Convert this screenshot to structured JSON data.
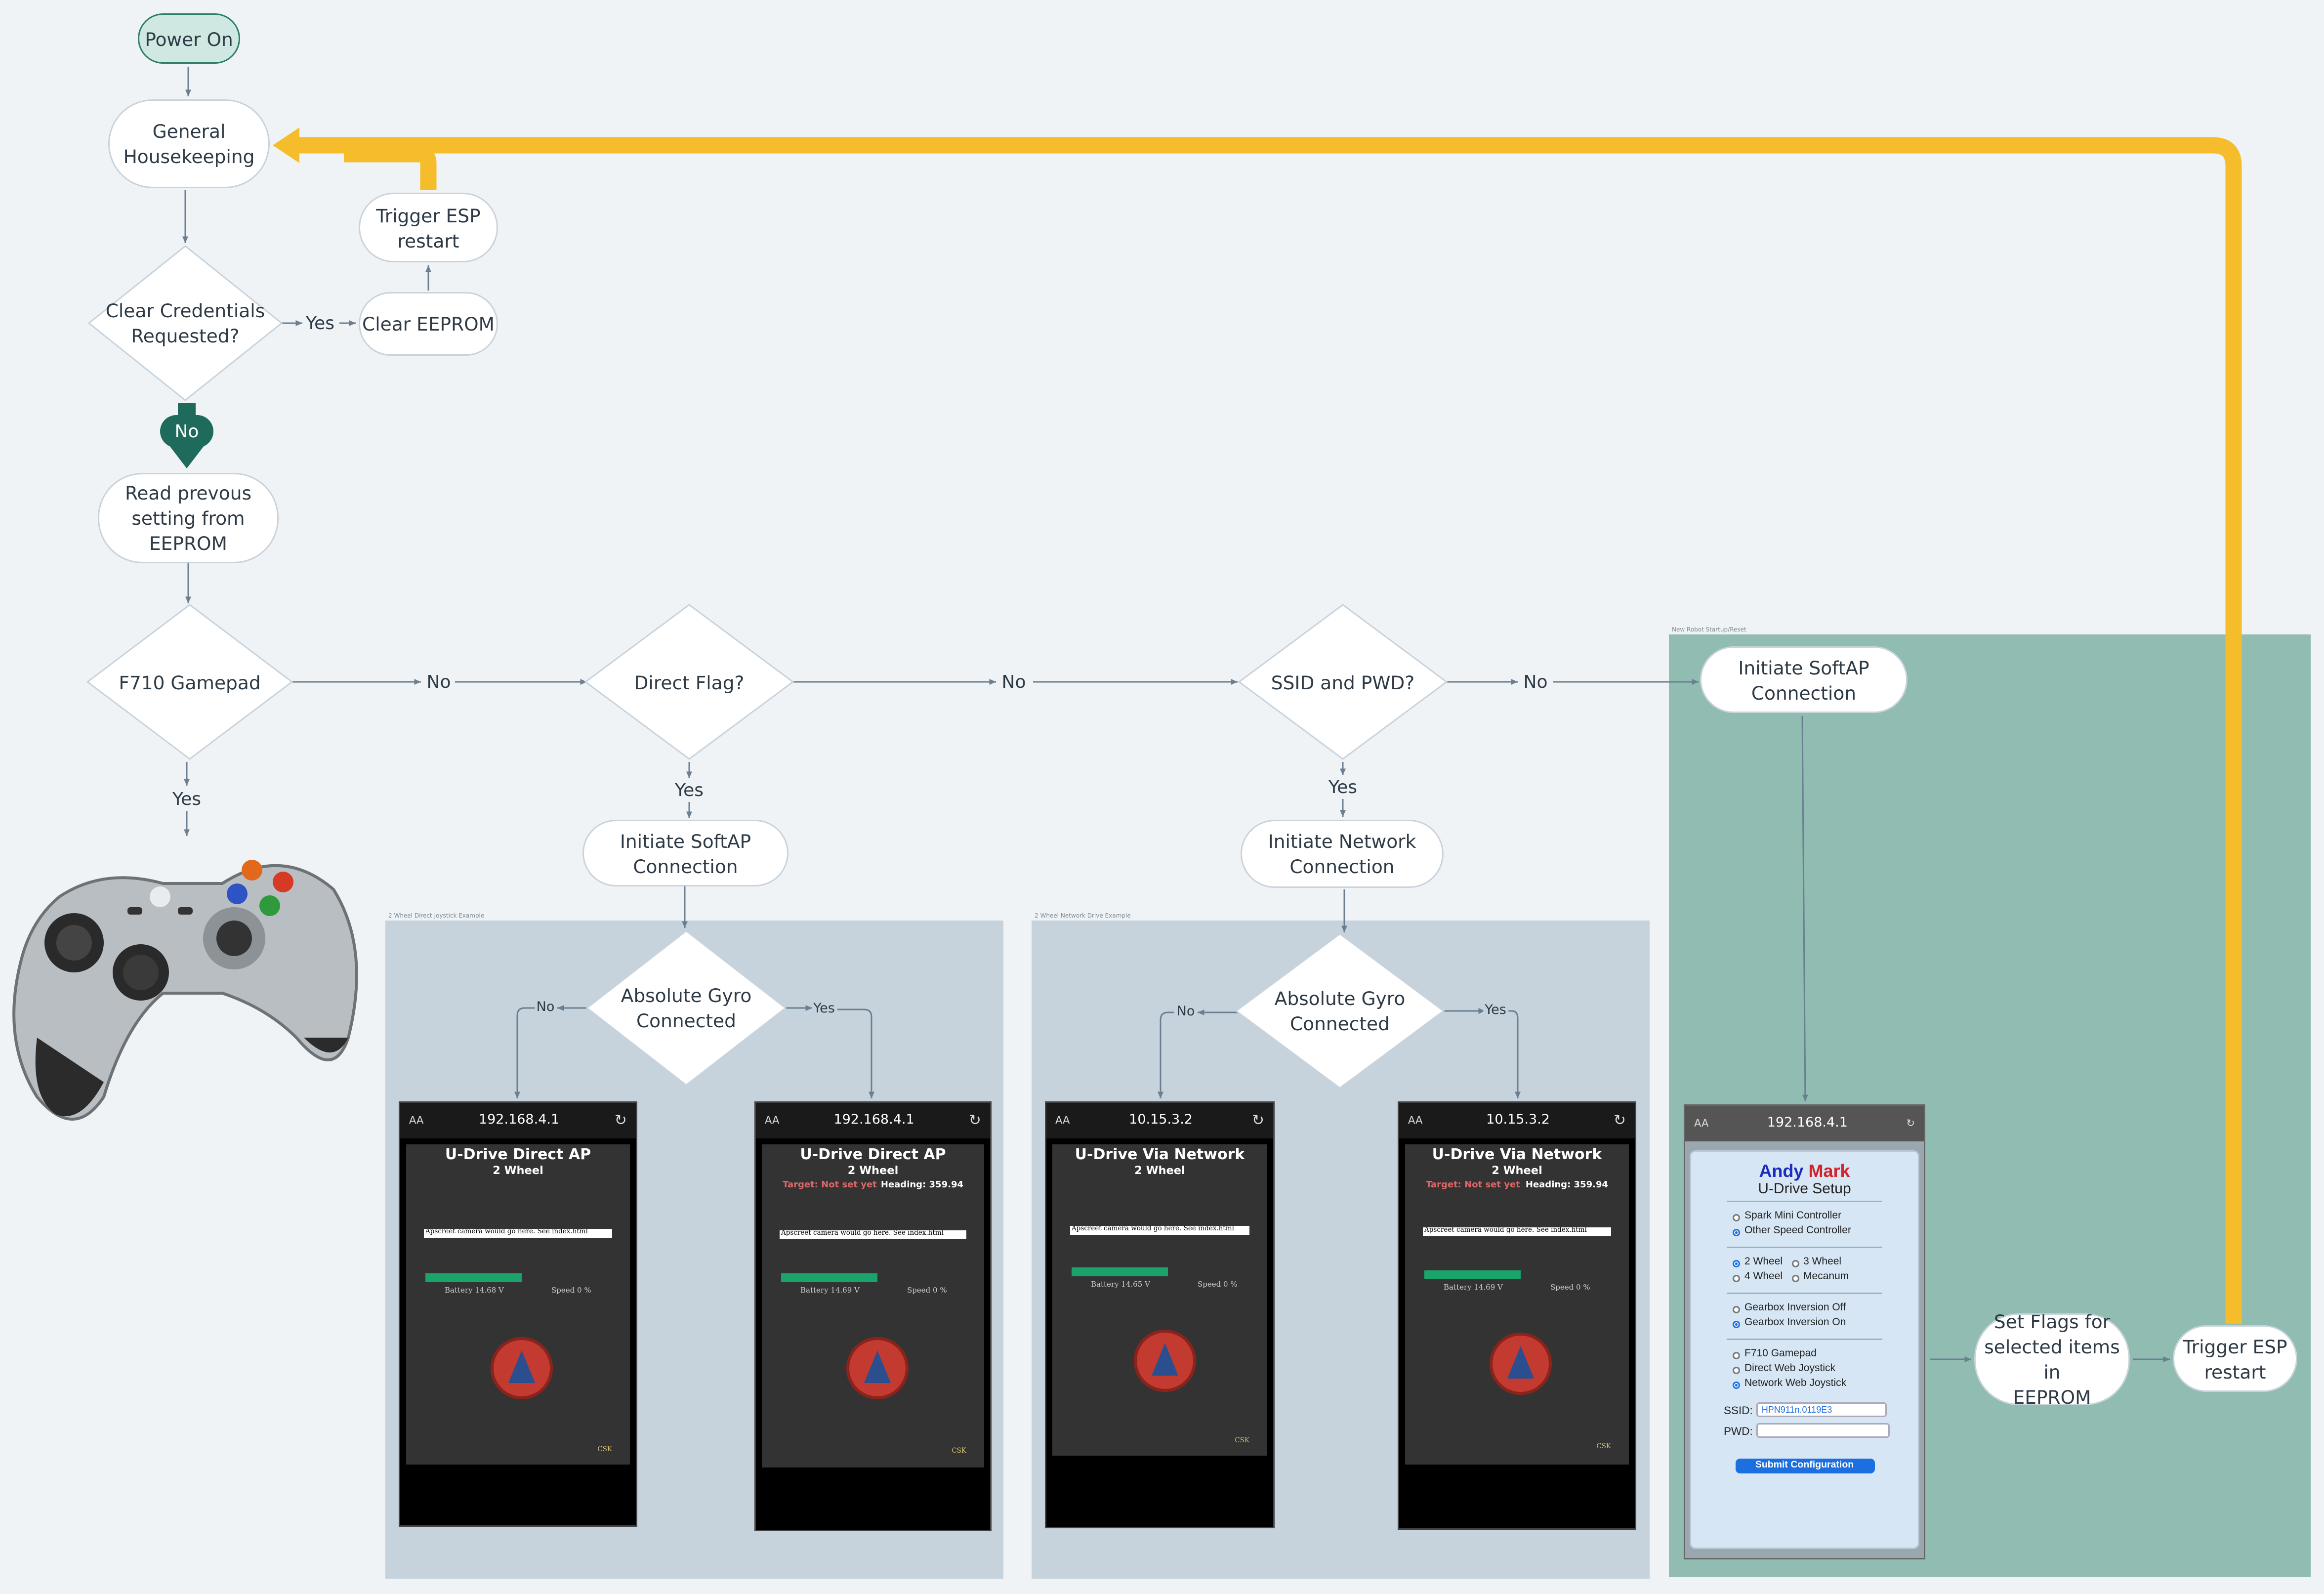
{
  "colors": {
    "background": "#eff3f6",
    "panel_gray": "#c6d3dc",
    "panel_teal": "#90bcb2",
    "loop_arrow": "#f5bd2b",
    "start_node": "#cfe8e1",
    "no_badge": "#1f6b5b",
    "connector": "#6b7f91"
  },
  "nodes": {
    "power_on": "Power On",
    "general_housekeeping": "General\nHousekeeping",
    "clear_credentials": "Clear Credentials\nRequested?",
    "clear_eeprom": "Clear EEPROM",
    "trigger_restart_top": "Trigger ESP\nrestart",
    "read_previous": "Read prevous\nsetting from\nEEPROM",
    "f710_gamepad": "F710 Gamepad",
    "direct_flag": "Direct Flag?",
    "ssid_pwd": "SSID and PWD?",
    "initiate_softap_top": "Initiate SoftAP\nConnection",
    "initiate_softap_mid": "Initiate SoftAP\nConnection",
    "initiate_network": "Initiate Network\nConnection",
    "gyro_left": "Absolute Gyro\nConnected",
    "gyro_right": "Absolute Gyro\nConnected",
    "set_flags": "Set Flags for\nselected items in\nEEPROM",
    "trigger_restart_right": "Trigger ESP\nrestart"
  },
  "edge_labels": {
    "yes": "Yes",
    "no": "No"
  },
  "panels": {
    "direct": "2 Wheel Direct Joystick Example",
    "network": "2 Wheel Network Drive Example",
    "reset": "New Robot Startup/Reset"
  },
  "phones": {
    "direct_ap_basic": {
      "url": "192.168.4.1",
      "title": "U-Drive Direct AP",
      "subtitle": "2 Wheel",
      "target": "",
      "heading": "",
      "camera": "Apscreet camera would go here. See index.html",
      "battery": "Battery 14.68 V",
      "speed": "Speed 0 %",
      "footer": "CSK"
    },
    "direct_ap_gyro": {
      "url": "192.168.4.1",
      "title": "U-Drive Direct AP",
      "subtitle": "2 Wheel",
      "target": "Target: Not set yet",
      "heading": "Heading: 359.94",
      "camera": "Apscreet camera would go here. See index.html",
      "battery": "Battery 14.69 V",
      "speed": "Speed 0 %",
      "footer": "CSK"
    },
    "network_basic": {
      "url": "10.15.3.2",
      "title": "U-Drive Via Network",
      "subtitle": "2 Wheel",
      "target": "",
      "heading": "",
      "camera": "Apscreet camera would go here. See index.html",
      "battery": "Battery 14.65 V",
      "speed": "Speed 0 %",
      "footer": "CSK"
    },
    "network_gyro": {
      "url": "10.15.3.2",
      "title": "U-Drive Via Network",
      "subtitle": "2 Wheel",
      "target": "Target: Not set yet",
      "heading": "Heading: 359.94",
      "camera": "Apscreet camera would go here. See index.html",
      "battery": "Battery 14.69 V",
      "speed": "Speed 0 %",
      "footer": "CSK"
    }
  },
  "setup_page": {
    "url": "192.168.4.1",
    "brand_1": "Andy",
    "brand_2": "Mark",
    "title": "U-Drive Setup",
    "controller": [
      "Spark Mini Controller",
      "Other Speed Controller"
    ],
    "wheels": [
      "2 Wheel",
      "3 Wheel",
      "4 Wheel",
      "Mecanum"
    ],
    "gearbox": [
      "Gearbox Inversion Off",
      "Gearbox Inversion On"
    ],
    "mode": [
      "F710 Gamepad",
      "Direct Web Joystick",
      "Network Web Joystick"
    ],
    "ssid_label": "SSID:",
    "ssid_value": "HPN911n.0119E3",
    "pwd_label": "PWD:",
    "submit": "Submit Configuration"
  },
  "browser_bar": {
    "text_size": "AA",
    "reload": "↻"
  }
}
